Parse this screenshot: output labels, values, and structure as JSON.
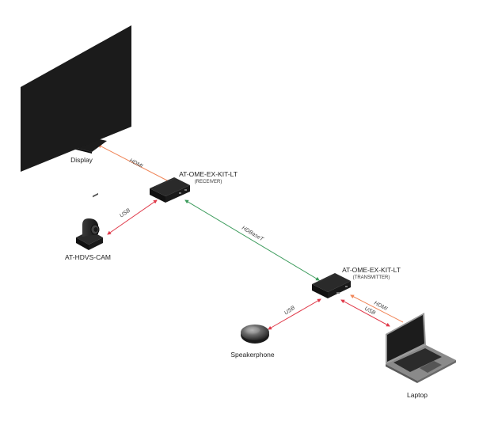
{
  "devices": {
    "display": {
      "label": "Display"
    },
    "receiver": {
      "label": "AT-OME-EX-KIT-LT",
      "sublabel": "(RECEIVER)"
    },
    "camera": {
      "label": "AT-HDVS-CAM"
    },
    "transmitter": {
      "label": "AT-OME-EX-KIT-LT",
      "sublabel": "(TRANSMITTER)"
    },
    "speakerphone": {
      "label": "Speakerphone"
    },
    "laptop": {
      "label": "Laptop"
    }
  },
  "connections": {
    "rx_display_hdmi": {
      "label": "HDMI",
      "color": "#f0875a"
    },
    "rx_camera_usb": {
      "label": "USB",
      "color": "#e03a4a"
    },
    "rx_tx_hdbaset": {
      "label": "HDBaseT",
      "color": "#3a9a5a"
    },
    "tx_speaker_usb": {
      "label": "USB",
      "color": "#e03a4a"
    },
    "tx_laptop_hdmi": {
      "label": "HDMI",
      "color": "#f0875a"
    },
    "tx_laptop_usb": {
      "label": "USB",
      "color": "#e03a4a"
    }
  }
}
